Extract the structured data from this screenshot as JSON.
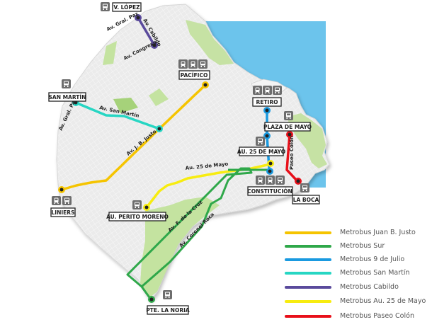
{
  "map": {
    "colors": {
      "water": "#6cc4ec",
      "land": "#e9e9e9",
      "park": "#bfe09a",
      "border": "#d0d0d0"
    },
    "stations": [
      {
        "id": "v-lopez",
        "label": "V. LÓPEZ",
        "icons": [
          "bus"
        ]
      },
      {
        "id": "san-martin",
        "label": "SAN MARTÍN",
        "icons": [
          "bus"
        ]
      },
      {
        "id": "pacifico",
        "label": "PACÍFICO",
        "icons": [
          "train",
          "train",
          "bus"
        ]
      },
      {
        "id": "retiro",
        "label": "RETIRO",
        "icons": [
          "train",
          "train",
          "bus"
        ]
      },
      {
        "id": "plaza-de-mayo",
        "label": "PLAZA DE MAYO",
        "icons": [
          "bus"
        ]
      },
      {
        "id": "au-25-de-mayo",
        "label": "AU. 25 DE MAYO",
        "icons": [
          "bus"
        ]
      },
      {
        "id": "constitucion",
        "label": "CONSTITUCIÓN",
        "icons": [
          "train",
          "train",
          "bus"
        ]
      },
      {
        "id": "la-boca",
        "label": "LA BOCA",
        "icons": [
          "bus"
        ]
      },
      {
        "id": "liniers",
        "label": "LINIERS",
        "icons": [
          "train",
          "bus"
        ]
      },
      {
        "id": "au-perito-moreno",
        "label": "AU. PERITO MORENO",
        "icons": [
          "bus"
        ]
      },
      {
        "id": "pte-la-noria",
        "label": "PTE. LA NORIA",
        "icons": [
          "bus"
        ]
      }
    ],
    "streets": {
      "gral_paz_north": "Av. Gral. Paz",
      "cabildo": "Av. Cabildo",
      "congreso": "Av. Congreso",
      "gral_paz_west": "Av. Gral. Paz",
      "san_martin": "Av. San Martín",
      "jb_justo": "Av. J. B. Justo",
      "au_25_mayo": "Au. 25 de Mayo",
      "paseo_colon": "Paseo Colón",
      "f_de_la_cruz": "Av. F. de la Cruz",
      "coronel_roca": "Av. Coronel Roca"
    }
  },
  "legend": {
    "items": [
      {
        "label": "Metrobus Juan B. Justo",
        "color": "#f5c400"
      },
      {
        "label": "Metrobus Sur",
        "color": "#2fa84a"
      },
      {
        "label": "Metrobus 9 de Julio",
        "color": "#1a9ae0"
      },
      {
        "label": "Metrobus San Martín",
        "color": "#27d6c3"
      },
      {
        "label": "Metrobus Cabildo",
        "color": "#5a4a9c"
      },
      {
        "label": "Metrobus Au. 25 de Mayo",
        "color": "#f7ec10"
      },
      {
        "label": "Metrobus Paseo Colón",
        "color": "#e8101a"
      }
    ]
  }
}
